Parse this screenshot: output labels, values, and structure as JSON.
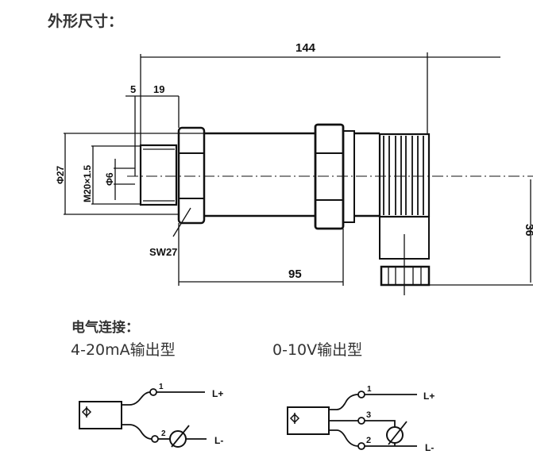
{
  "dimensions_title": "外形尺寸：",
  "drawing": {
    "length_total": "144",
    "dim_5": "5",
    "dim_19": "19",
    "dia_27": "Φ27",
    "thread": "M20×1.5",
    "dia_6": "Φ6",
    "wrench": "SW27",
    "length_95": "95",
    "dim_36": "36"
  },
  "electrical_title": "电气连接：",
  "circuit_current": {
    "label": "4-20mA输出型",
    "pin1": "1",
    "pin2": "2",
    "l_plus": "L+",
    "l_minus": "L-"
  },
  "circuit_voltage": {
    "label": "0-10V输出型",
    "pin1": "1",
    "pin3": "3",
    "pin2": "2",
    "l_plus": "L+",
    "l_minus": "L-"
  }
}
